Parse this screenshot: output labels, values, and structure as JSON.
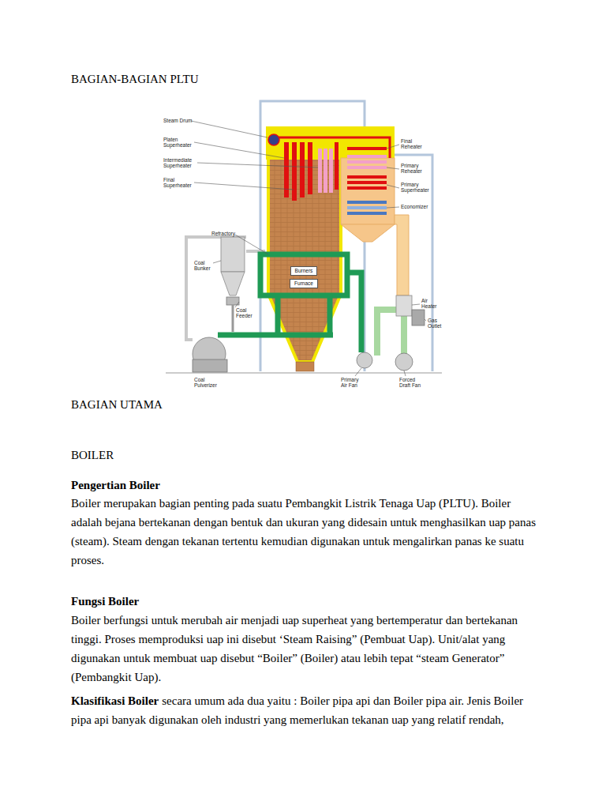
{
  "diagram": {
    "title": "BAGIAN-BAGIAN PLTU",
    "nodes": [
      {
        "text": [
          "Burners"
        ]
      },
      {
        "text": [
          "Furnace"
        ]
      }
    ],
    "labels": [
      "Steam Drum",
      "Platen Superheater",
      "Intermediate Superheater",
      "Final Superheater",
      "Refractory",
      "Coal Bunker",
      "Coal Feeder",
      "Coal Pulverizer",
      "Final Reheater",
      "Primary Reheater",
      "Primary Superheater",
      "Economizer",
      "Air Heater",
      "Gas Outlet",
      "Primary Air Fan",
      "Forced Draft Fan",
      "BAGIAN UTAMA",
      "BOILER",
      "Pengertian Boiler",
      "Boiler merupakan bagian penting pada suatu Pembangkit Listrik Tenaga Uap (PLTU). Boiler adalah bejana bertekanan dengan bentuk dan ukuran yang didesain untuk menghasilkan uap panas (steam). Steam dengan tekanan tertentu kemudian digunakan untuk mengalirkan panas ke suatu proses.",
      "Fungsi Boiler",
      "Boiler berfungsi untuk merubah air menjadi uap superheat yang bertemperatur dan bertekanan tinggi. Proses memproduksi uap ini disebut ‘Steam Raising” (Pembuat Uap). Unit/alat yang digunakan untuk membuat uap disebut “Boiler” (Boiler) atau lebih tepat “steam Generator” (Pembangkit Uap).",
      "Klasifikasi Boiler",
      "secara umum ada dua yaitu : Boiler pipa api dan Boiler pipa air. Jenis Boiler pipa api banyak digunakan oleh industri yang memerlukan tekanan uap yang relatif rendah,"
    ]
  }
}
